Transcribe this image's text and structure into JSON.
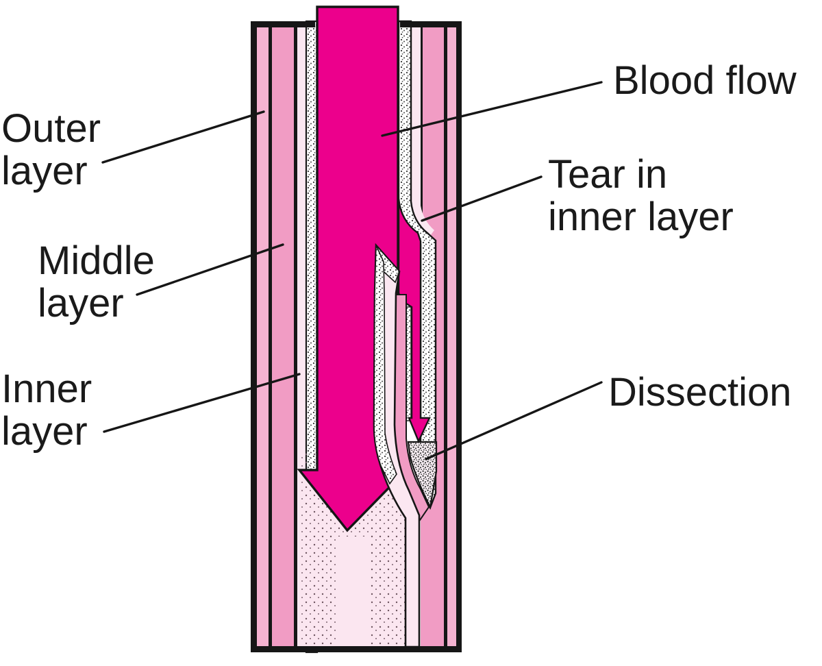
{
  "figure": {
    "name": "aortic-dissection-cross-section",
    "labels": {
      "outer_layer": {
        "line1": "Outer",
        "line2": "layer"
      },
      "middle_layer": {
        "line1": "Middle",
        "line2": "layer"
      },
      "inner_layer": {
        "line1": "Inner",
        "line2": "layer"
      },
      "blood_flow": {
        "line1": "Blood flow"
      },
      "tear": {
        "line1": "Tear in",
        "line2": "inner layer"
      },
      "dissection": {
        "line1": "Dissection"
      }
    },
    "colors": {
      "magenta": "#EC008C",
      "middle_pink": "#F19CC4",
      "outer_pink": "#F5B3D1",
      "pale_pink": "#FBE7F1",
      "lumen_pale": "#FBE6F0",
      "outline": "#161616",
      "label_text": "#1a1a1a"
    }
  }
}
